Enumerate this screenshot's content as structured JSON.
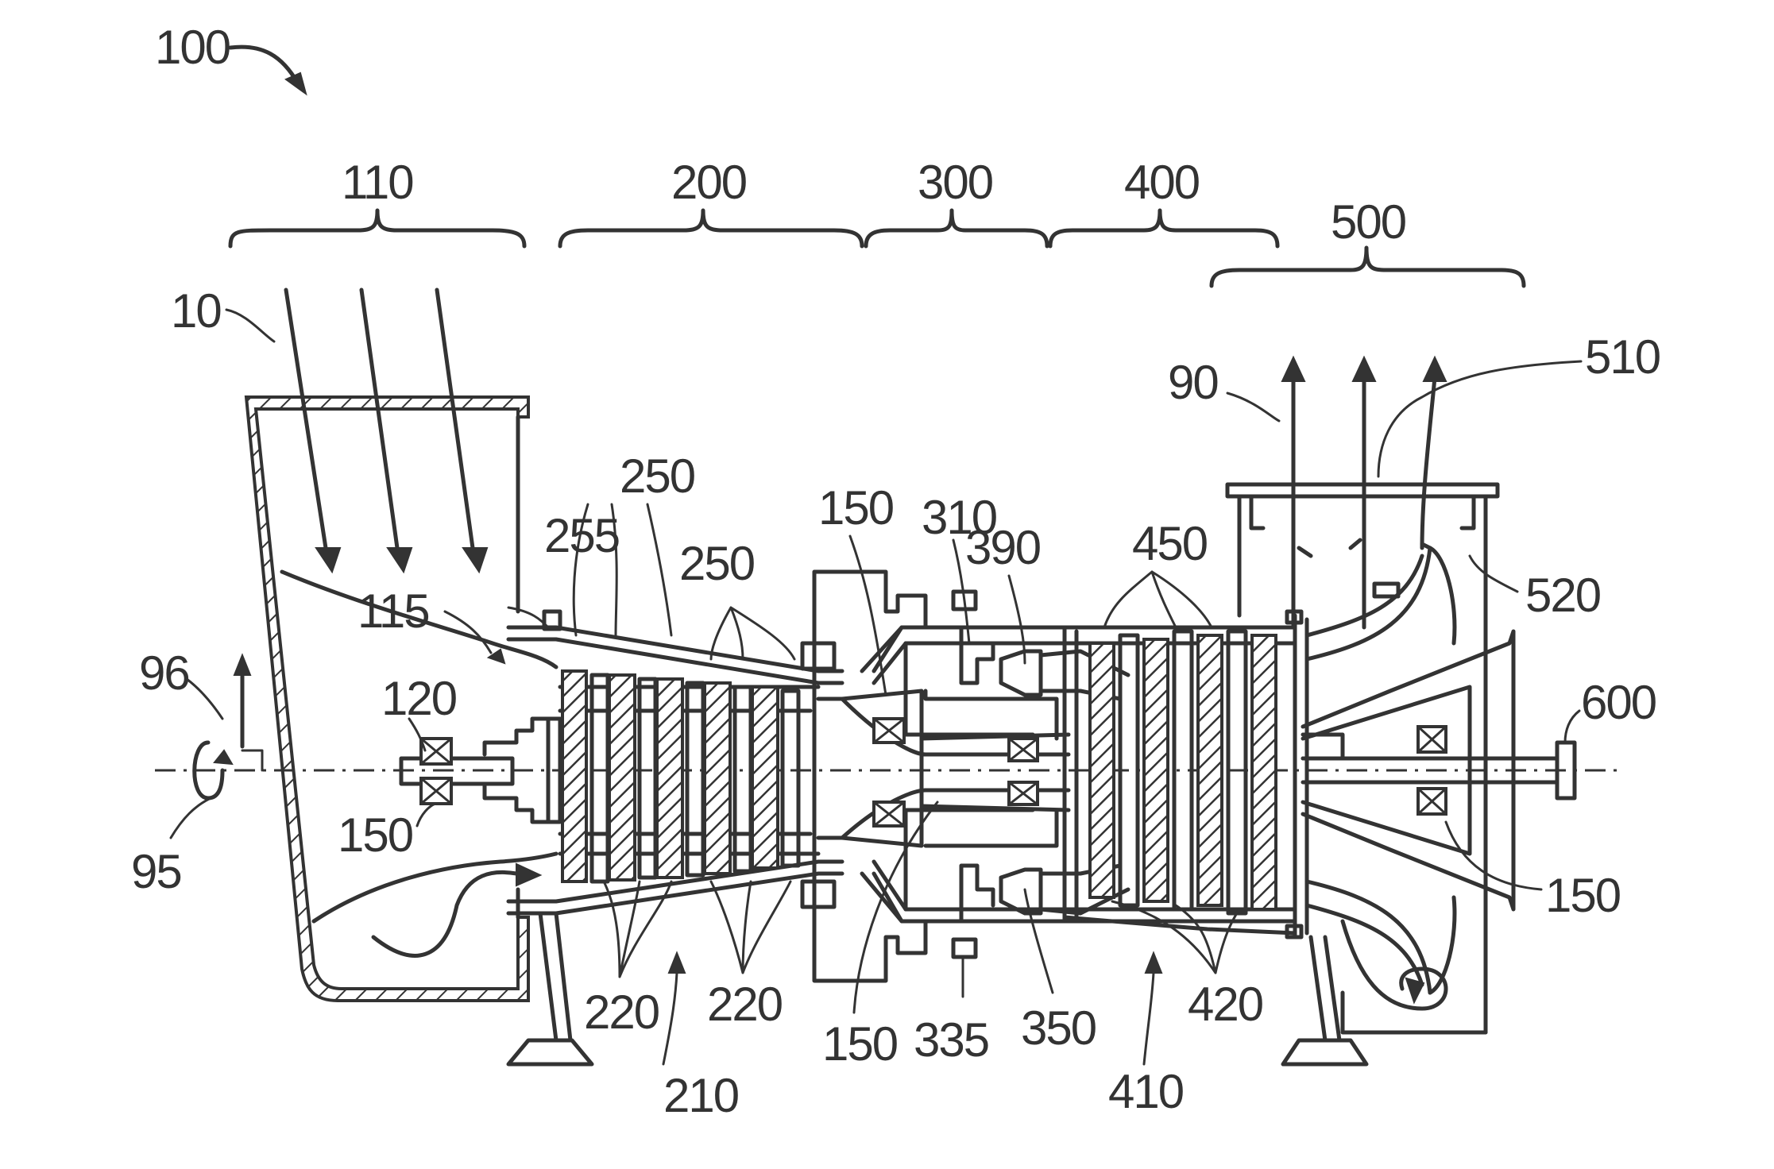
{
  "figure": {
    "labels": {
      "ref_100": "100",
      "ref_110": "110",
      "ref_200": "200",
      "ref_300": "300",
      "ref_400": "400",
      "ref_500": "500",
      "ref_10": "10",
      "ref_90": "90",
      "ref_510": "510",
      "ref_520": "520",
      "ref_250_top": "250",
      "ref_250_mid": "250",
      "ref_255": "255",
      "ref_150_comp": "150",
      "ref_310": "310",
      "ref_390": "390",
      "ref_450": "450",
      "ref_115": "115",
      "ref_96": "96",
      "ref_120": "120",
      "ref_600": "600",
      "ref_95": "95",
      "ref_150_inlet": "150",
      "ref_150_right": "150",
      "ref_220_left": "220",
      "ref_220_right": "220",
      "ref_150_bottom": "150",
      "ref_335": "335",
      "ref_350": "350",
      "ref_420": "420",
      "ref_210": "210",
      "ref_410": "410"
    }
  }
}
